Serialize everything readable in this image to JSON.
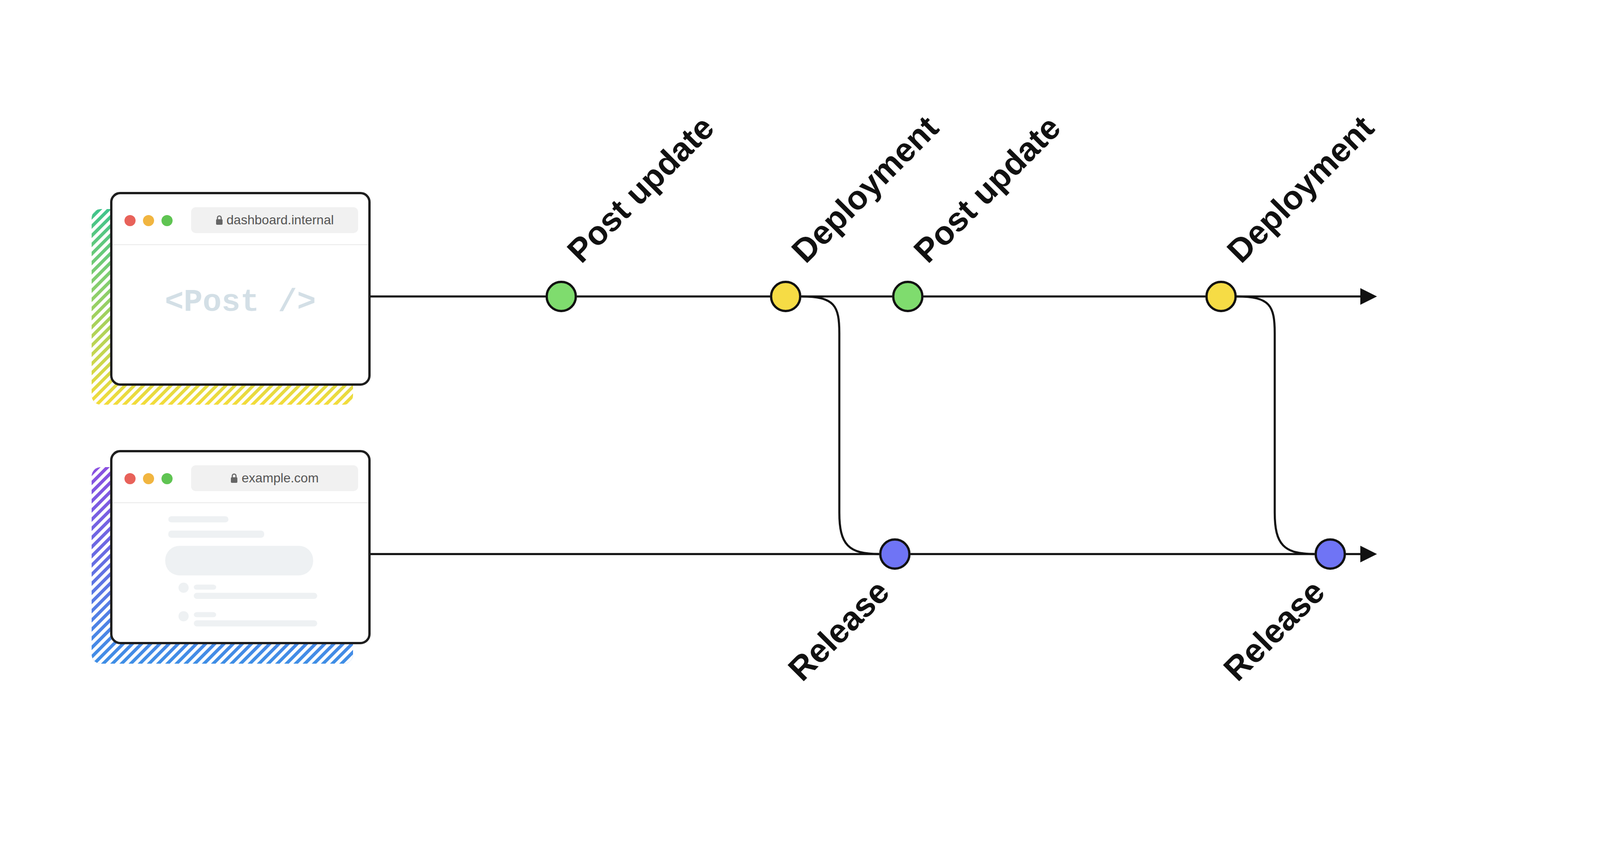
{
  "diagram": {
    "nodes": [
      {
        "text": [
          "dashboard.internal",
          "<Post />"
        ]
      },
      {
        "text": [
          "example.com"
        ]
      },
      {
        "text": [
          "Post update"
        ]
      },
      {
        "text": [
          "Deployment"
        ]
      },
      {
        "text": [
          "Post update"
        ]
      },
      {
        "text": [
          "Deployment"
        ]
      },
      {
        "text": [
          "Release"
        ]
      },
      {
        "text": [
          "Release"
        ]
      }
    ],
    "edges": [
      {
        "from": 0,
        "to": 2,
        "arrow": "none"
      },
      {
        "from": 2,
        "to": 3,
        "arrow": "none"
      },
      {
        "from": 3,
        "to": 4,
        "arrow": "none"
      },
      {
        "from": 4,
        "to": 5,
        "arrow": "none"
      },
      {
        "from": 3,
        "to": 6,
        "arrow": "none"
      },
      {
        "from": 5,
        "to": 7,
        "arrow": "none"
      },
      {
        "from": 1,
        "to": 6,
        "arrow": "none"
      },
      {
        "from": 6,
        "to": 7,
        "arrow": "none"
      }
    ]
  }
}
